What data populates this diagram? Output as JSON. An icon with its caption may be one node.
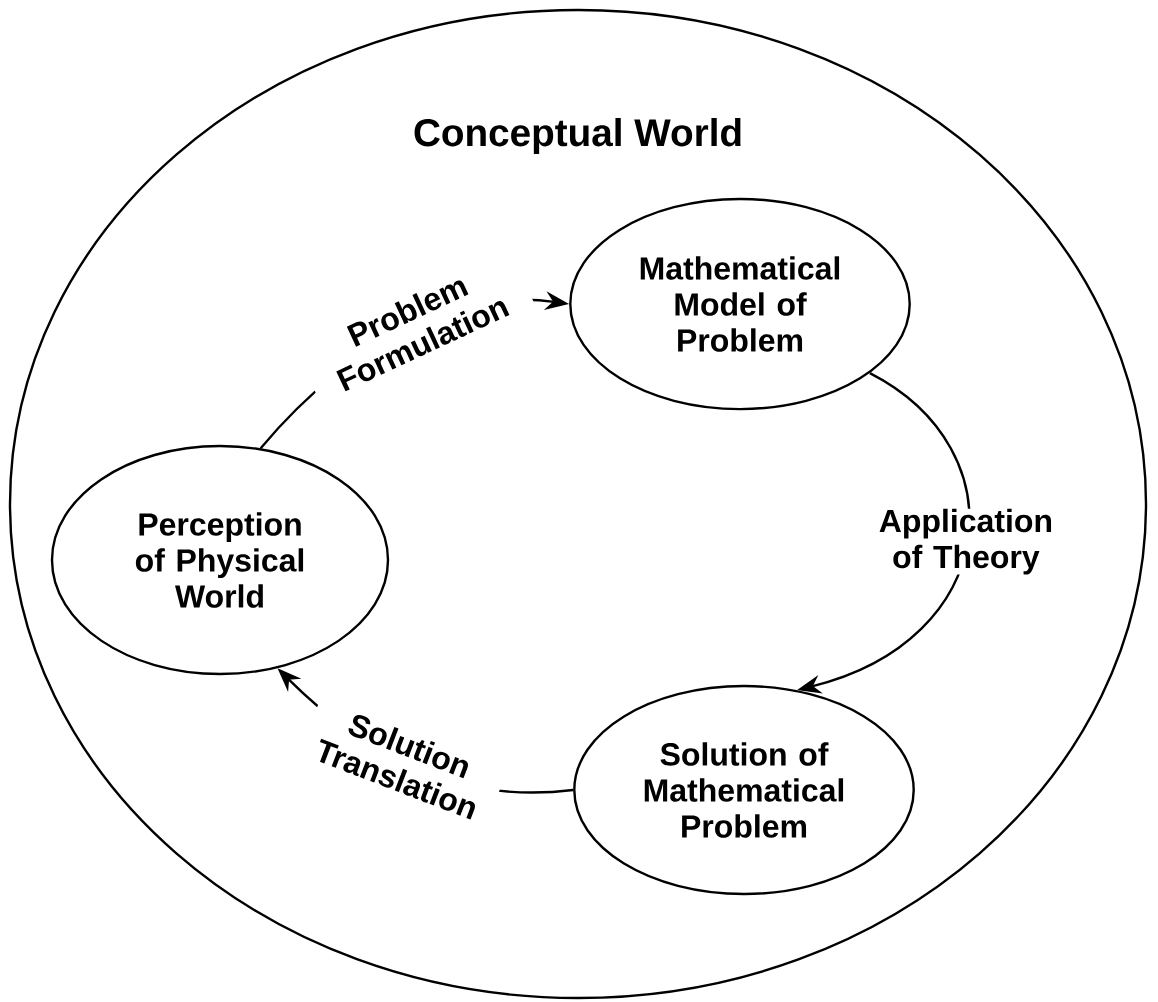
{
  "diagram": {
    "nodes": [
      {
        "text": [
          "Conceptual World"
        ]
      },
      {
        "text": [
          "Mathematical Model of Problem"
        ],
        "in": 0
      },
      {
        "text": [
          "Perception of Physical World"
        ],
        "in": 0
      },
      {
        "text": [
          "Solution of Mathematical Problem"
        ],
        "in": 0
      }
    ],
    "edges": [
      {
        "from": 2,
        "to": 1,
        "arrow": "to",
        "label": "Problem Formulation"
      },
      {
        "from": 1,
        "to": 3,
        "arrow": "to",
        "label": "Application of Theory"
      },
      {
        "from": 3,
        "to": 2,
        "arrow": "to",
        "label": "Solution Translation"
      }
    ]
  }
}
